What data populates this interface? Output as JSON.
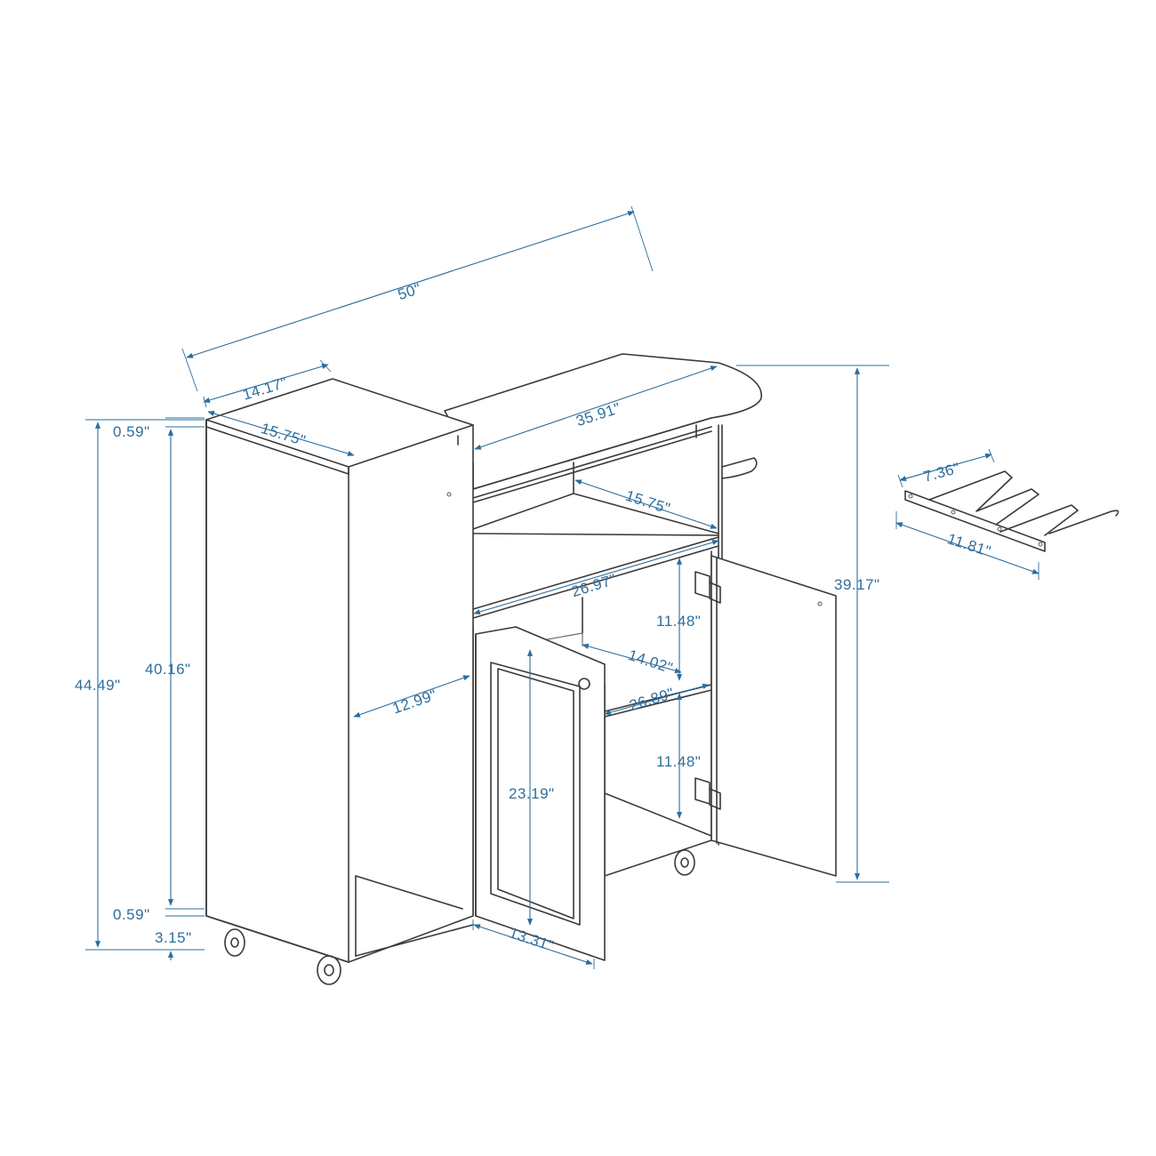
{
  "colors": {
    "dimension": "#2a6d9e",
    "outline": "#3a3a3a",
    "background": "#ffffff"
  },
  "dimensions": {
    "overall_width": "50\"",
    "top_depth": "14.17\"",
    "cabinet_depth": "15.75\"",
    "board_length": "35.91\"",
    "shelf_depth": "15.75\"",
    "shelf_width": "26.97\"",
    "overall_height": "39.17\"",
    "tall_height": "44.49\"",
    "top_thickness": "0.59\"",
    "body_height": "40.16\"",
    "bottom_thickness": "0.59\"",
    "caster_height": "3.15\"",
    "inner_depth": "12.99\"",
    "door_height": "23.19\"",
    "door_width": "13.31\"",
    "upper_compartment": "11.48\"",
    "lower_compartment": "11.48\"",
    "inner_shelf_depth": "14.02\"",
    "inner_shelf_width": "26.89\"",
    "rack_depth": "7.36\"",
    "rack_width": "11.81\""
  }
}
